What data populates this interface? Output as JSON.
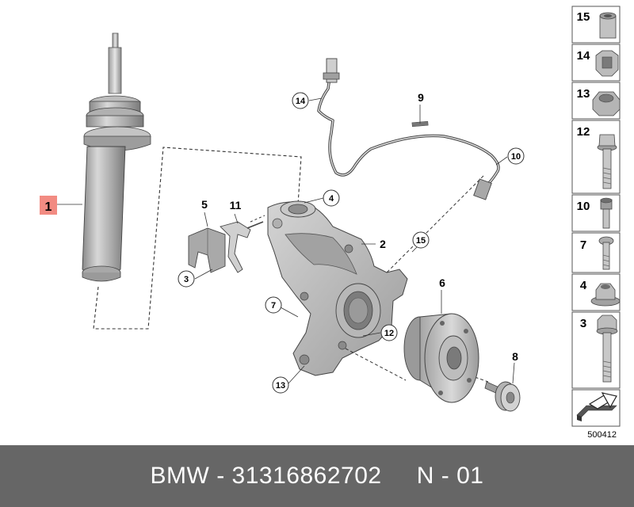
{
  "callouts": {
    "c1": "1",
    "c2": "2",
    "c3": "3",
    "c4": "4",
    "c5": "5",
    "c6": "6",
    "c7": "7",
    "c8": "8",
    "c9": "9",
    "c10": "10",
    "c11": "11",
    "c12": "12",
    "c13": "13",
    "c14": "14",
    "c15": "15"
  },
  "legend": {
    "items": [
      "15",
      "14",
      "13",
      "12",
      "10",
      "7",
      "4",
      "3"
    ]
  },
  "diagram_code": "500412",
  "footer": {
    "brand": "BMW",
    "sep1": " - ",
    "part_number": "31316862702",
    "gap": "     ",
    "position": "N - 01"
  }
}
